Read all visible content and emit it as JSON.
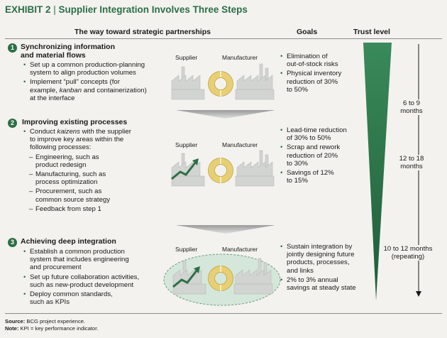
{
  "exhibit": {
    "number": "EXHIBIT 2",
    "title": "Supplier Integration Involves Three Steps"
  },
  "headers": {
    "way": "The way toward strategic partnerships",
    "goals": "Goals",
    "trust": "Trust level"
  },
  "steps": [
    {
      "number": "1",
      "title_line1": "Synchronizing information",
      "title_line2": "and material flows",
      "bullets": [
        {
          "line1": "Set up a common production-planning",
          "line2": "system to align production volumes"
        },
        {
          "line1": "Implement “pull” concepts (for",
          "line2_pre": "example, ",
          "line2_em": "kanban",
          "line2_post": " and containerization)",
          "line3": "at the interface"
        }
      ],
      "supplier_label": "Supplier",
      "manufacturer_label": "Manufacturer",
      "goals": [
        {
          "line1": "Elimination of",
          "line2": "out-of-stock risks"
        },
        {
          "line1": "Physical inventory",
          "line2": "reduction of 30%",
          "line3": "to 50%"
        }
      ],
      "trust_line1": "6 to 9",
      "trust_line2": "months"
    },
    {
      "number": "2",
      "title_line1": "Improving existing processes",
      "bullets": [
        {
          "line1_pre": "Conduct ",
          "line1_em": "kaizens",
          "line1_post": " with the supplier",
          "line2": "to improve key areas within the",
          "line3": "following processes:"
        }
      ],
      "dashes": [
        {
          "line1": "Engineering, such as",
          "line2": "product redesign"
        },
        {
          "line1": "Manufacturing, such as",
          "line2": "process optimization"
        },
        {
          "line1": "Procurement, such as",
          "line2": "common source strategy"
        },
        {
          "line1": "Feedback from step 1"
        }
      ],
      "supplier_label": "Supplier",
      "manufacturer_label": "Manufacturer",
      "goals": [
        {
          "line1": "Lead-time reduction",
          "line2": "of 30% to 50%"
        },
        {
          "line1": "Scrap and rework",
          "line2": "reduction of 20%",
          "line3": "to 30%"
        },
        {
          "line1": "Savings of 12%",
          "line2": "to 15%"
        }
      ],
      "trust_line1": "12 to 18",
      "trust_line2": "months"
    },
    {
      "number": "3",
      "title_line1": "Achieving deep integration",
      "bullets": [
        {
          "line1": "Establish a common production",
          "line2": "system that includes engineering",
          "line3": "and procurement"
        },
        {
          "line1": "Set up future collaboration activities,",
          "line2": "such as new-product development"
        },
        {
          "line1": "Deploy common standards,",
          "line2": "such as KPIs"
        }
      ],
      "supplier_label": "Supplier",
      "manufacturer_label": "Manufacturer",
      "goals": [
        {
          "line1": "Sustain integration by",
          "line2": "jointly designing future",
          "line3": "products, processes,",
          "line4": "and links"
        },
        {
          "line1": "2% to 3% annual",
          "line2": "savings at steady state"
        }
      ],
      "trust_line1": "10 to 12 months",
      "trust_line2": "(repeating)"
    }
  ],
  "footer": {
    "source_label": "Source:",
    "source_text": " BCG project experience.",
    "note_label": "Note:",
    "note_text": " KPI = key performance indicator."
  },
  "colors": {
    "green": "#2d6e47",
    "factory": "#cfd1cf",
    "ring": "#e9cf73",
    "divider_arrow": "#c8c8c8",
    "ellipse": "#d4e7da"
  }
}
